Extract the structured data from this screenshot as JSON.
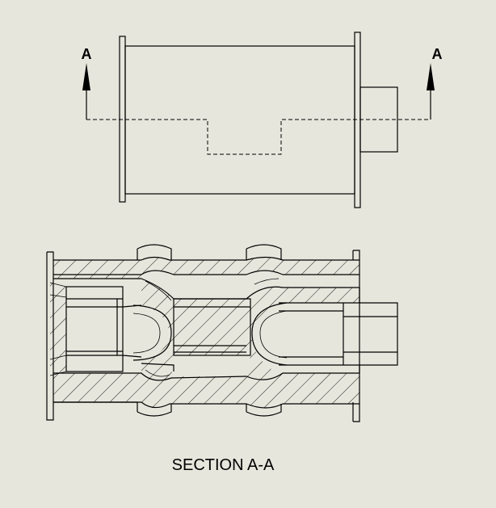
{
  "section_labels": {
    "left": "A",
    "right": "A"
  },
  "caption": "SECTION A-A",
  "colors": {
    "background": "#e7e6dc",
    "line": "#000000"
  }
}
